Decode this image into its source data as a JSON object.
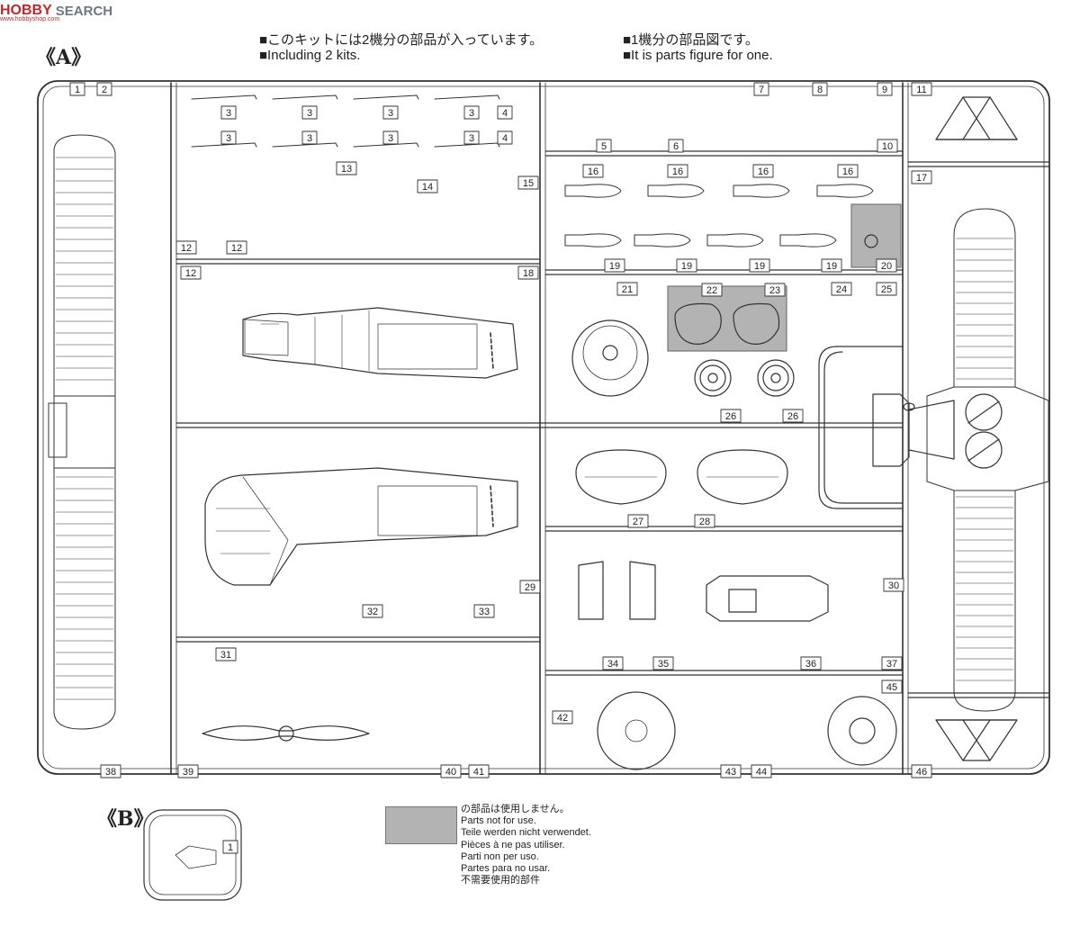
{
  "watermark": {
    "logo": "HOBBY",
    "logo_sub": "www.hobbyshop.com",
    "search": "SEARCH"
  },
  "notes": {
    "left_ja": "■このキットには2機分の部品が入っています。",
    "left_en": "■Including 2 kits.",
    "right_ja": "■1機分の部品図です。",
    "right_en": "■It is parts figure for one."
  },
  "sections": {
    "a": "《A》",
    "b": "《B》"
  },
  "legend": {
    "swatch_color": "#b3b3b3",
    "lines": [
      "の部品は使用しません。",
      "Parts not for use.",
      "Teile werden nicht verwendet.",
      "Pièces à ne pas utiliser.",
      "Parti non per uso.",
      "Partes para no usar.",
      "不需要使用的部件"
    ]
  },
  "part_numbers": {
    "p1": "1",
    "p2": "2",
    "p3": "3",
    "p4": "4",
    "p5": "5",
    "p6": "6",
    "p7": "7",
    "p8": "8",
    "p9": "9",
    "p10": "10",
    "p11": "11",
    "p12": "12",
    "p13": "13",
    "p14": "14",
    "p15": "15",
    "p16": "16",
    "p17": "17",
    "p18": "18",
    "p19": "19",
    "p20": "20",
    "p21": "21",
    "p22": "22",
    "p23": "23",
    "p24": "24",
    "p25": "25",
    "p26": "26",
    "p27": "27",
    "p28": "28",
    "p29": "29",
    "p30": "30",
    "p31": "31",
    "p32": "32",
    "p33": "33",
    "p34": "34",
    "p35": "35",
    "p36": "36",
    "p37": "37",
    "p38": "38",
    "p39": "39",
    "p40": "40",
    "p41": "41",
    "p42": "42",
    "p43": "43",
    "p44": "44",
    "p45": "45",
    "p46": "46",
    "b1": "1"
  },
  "unused_parts": [
    "20",
    "22",
    "23"
  ]
}
